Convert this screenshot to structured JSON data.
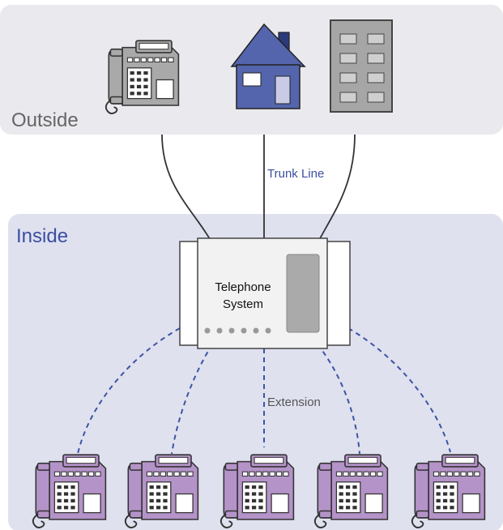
{
  "outside": {
    "label": "Outside",
    "fill": "#e9e9ee"
  },
  "inside": {
    "label": "Inside",
    "fill": "#dfe1ef",
    "label_color": "#3b4fa0"
  },
  "trunk": {
    "label": "Trunk Line",
    "color": "#3b4fa0"
  },
  "system": {
    "line1": "Telephone",
    "line2": "System"
  },
  "extension": {
    "label": "Extension",
    "color": "#555555",
    "line_color": "#3e53a3"
  },
  "colors": {
    "house": "#5465ad",
    "building": "#a6a6a6",
    "outside_phone": "#a9a9a9",
    "inside_phone": "#b493c8"
  },
  "icons": {
    "outside": [
      "phone-icon",
      "house-icon",
      "office-building-icon"
    ],
    "extensions": [
      "phone-icon",
      "phone-icon",
      "phone-icon",
      "phone-icon",
      "phone-icon"
    ]
  }
}
